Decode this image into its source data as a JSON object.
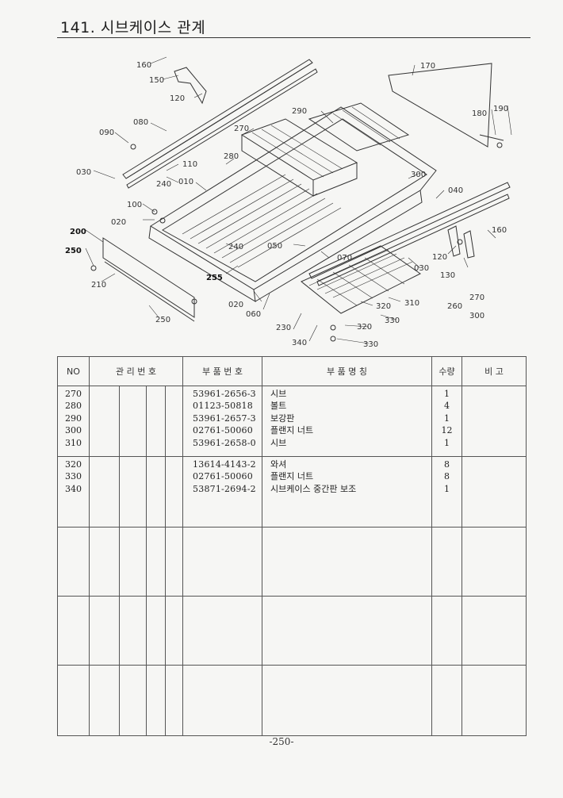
{
  "page": {
    "title": "141. 시브케이스 관계",
    "page_number": "-250-"
  },
  "diagram": {
    "callouts": [
      "160",
      "150",
      "120",
      "080",
      "090",
      "030",
      "110",
      "240",
      "010",
      "280",
      "270",
      "290",
      "170",
      "180",
      "190",
      "300",
      "040",
      "100",
      "020",
      "200",
      "250",
      "210",
      "255",
      "240",
      "050",
      "070",
      "160",
      "120",
      "130",
      "030",
      "020",
      "060",
      "230",
      "340",
      "320",
      "310",
      "330",
      "320",
      "330",
      "260",
      "270",
      "300",
      "250"
    ]
  },
  "table": {
    "headers": {
      "no": "NO",
      "mgmt": "관 리 번 호",
      "part_no": "부 품 번 호",
      "name": "부 품 명 칭",
      "qty": "수량",
      "remark": "비 고"
    },
    "group1": {
      "no": [
        "270",
        "280",
        "290",
        "300",
        "310"
      ],
      "part_no": [
        "53961-2656-3",
        "01123-50818",
        "53961-2657-3",
        "02761-50060",
        "53961-2658-0"
      ],
      "name": [
        "시브",
        "볼트",
        "보강판",
        "플랜지 너트",
        "시브"
      ],
      "qty": [
        "1",
        "4",
        "1",
        "12",
        "1"
      ]
    },
    "group2": {
      "no": [
        "320",
        "330",
        "340"
      ],
      "part_no": [
        "13614-4143-2",
        "02761-50060",
        "53871-2694-2"
      ],
      "name": [
        "와셔",
        "플랜지 너트",
        "시브케이스 중간판 보조"
      ],
      "qty": [
        "8",
        "8",
        "1"
      ]
    }
  }
}
